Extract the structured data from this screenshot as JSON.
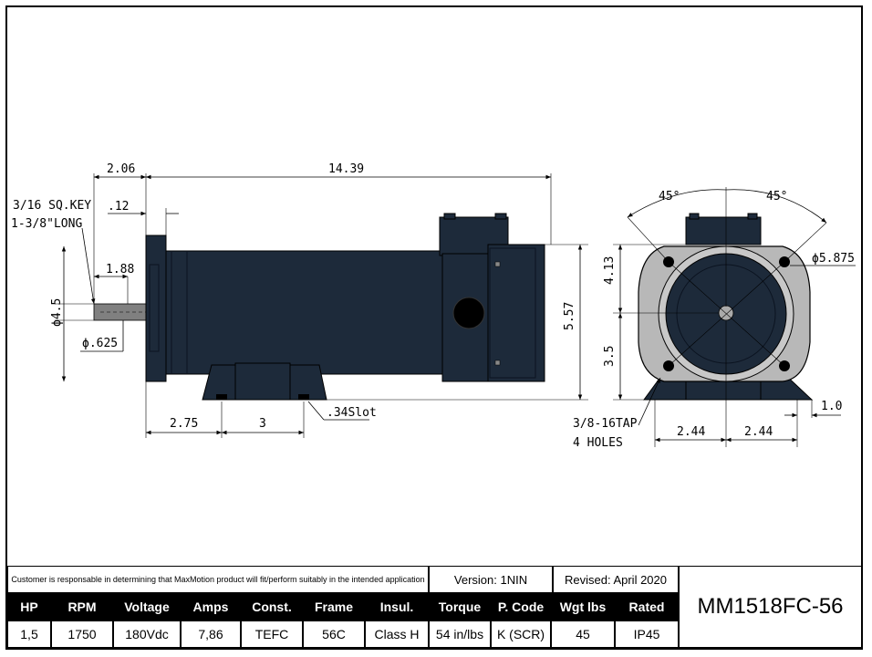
{
  "colors": {
    "motor_body": "#1d2a3a",
    "flange_face": "#b8b8b8",
    "header_bg": "#000000",
    "header_text": "#ffffff"
  },
  "side_view_labels": {
    "key": "3/16 SQ.KEY",
    "key_length": "1-3/8\"LONG",
    "shaft_extension": "2.06",
    "overall_length": "14.39",
    "flange_thickness": ".12",
    "key_length_dim": "1.88",
    "pilot_dia": "ϕ4.5",
    "shaft_dia": "ϕ.625",
    "height": "5.57",
    "foot_offset": "2.75",
    "foot_spacing": "3",
    "slot": ".34Slot"
  },
  "end_view_labels": {
    "angle_left": "45°",
    "angle_right": "45°",
    "bolt_circle": "ϕ5.875",
    "upper_height": "4.13",
    "shaft_height": "3.5",
    "foot_thickness": "1.0",
    "tap": "3/8-16TAP",
    "tap_count": "4 HOLES",
    "half_width_left": "2.44",
    "half_width_right": "2.44"
  },
  "title_block": {
    "note": "Customer is responsable in determining that MaxMotion product will fit/perform suitably in the intended application",
    "version": "Version: 1NIN",
    "revised": "Revised: April 2020",
    "model": "MM1518FC-56",
    "headers": [
      "HP",
      "RPM",
      "Voltage",
      "Amps",
      "Const.",
      "Frame",
      "Insul.",
      "Torque",
      "P. Code",
      "Wgt lbs",
      "Rated"
    ],
    "values": [
      "1,5",
      "1750",
      "180Vdc",
      "7,86",
      "TEFC",
      "56C",
      "Class H",
      "54 in/lbs",
      "K (SCR)",
      "45",
      "IP45"
    ]
  }
}
